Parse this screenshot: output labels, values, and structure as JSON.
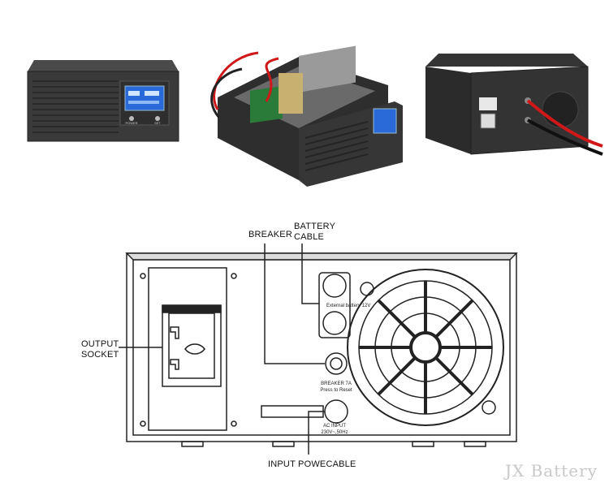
{
  "photos": {
    "front": {
      "lcd_left_button": "POWER",
      "lcd_right_button": "SET"
    },
    "open": {},
    "rear": {}
  },
  "diagram": {
    "callouts": {
      "breaker": "BREAKER",
      "battery_cable_line1": "BATTERY",
      "battery_cable_line2": "CABLE",
      "output_socket_line1": "OUTPUT",
      "output_socket_line2": "SOCKET",
      "input_power_cable": "INPUT POWECABLE"
    },
    "panel_text": {
      "external_battery": "External battery 12V",
      "breaker_rating": "BREAKER 7A",
      "press_to_reset": "Press to Reset",
      "ac_input": "AC INPUT",
      "ac_rating": "230V~,50Hz"
    }
  },
  "watermark": "JX Battery",
  "colors": {
    "device_body": "#3a3a3a",
    "lcd": "#2a6ad8",
    "cable_red": "#d01818",
    "diagram_line": "#222222"
  }
}
